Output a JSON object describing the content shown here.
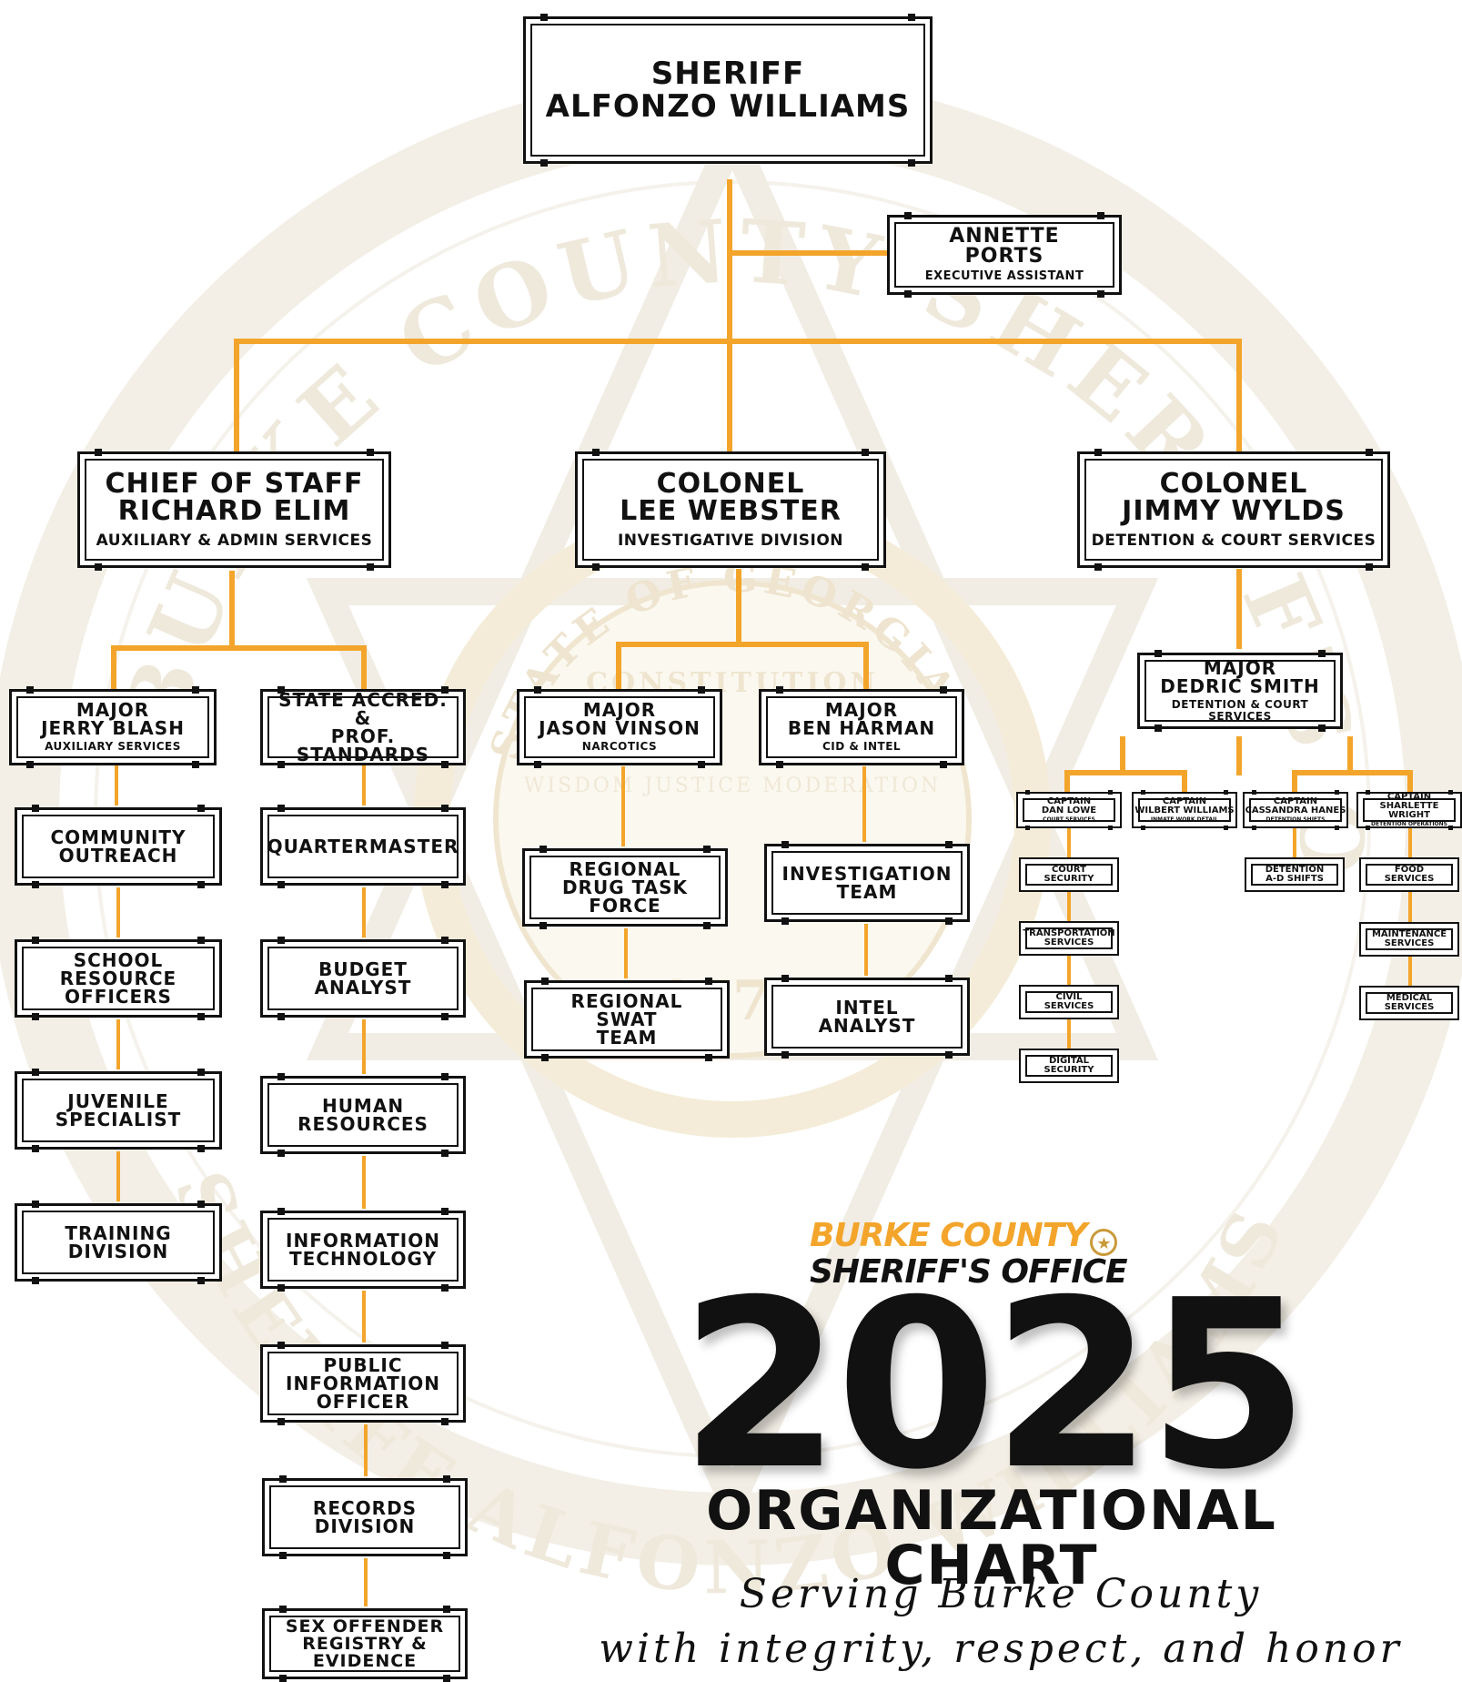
{
  "chart_title": {
    "brand_line1": "BURKE COUNTY",
    "brand_line2": "SHERIFF'S OFFICE",
    "year": "2025",
    "title": "ORGANIZATIONAL CHART",
    "tagline_line1": "Serving Burke County",
    "tagline_line2": "with integrity, respect, and honor"
  },
  "sheriff": {
    "title": "SHERIFF",
    "name": "ALFONZO WILLIAMS"
  },
  "assistant": {
    "name1": "ANNETTE",
    "name2": "PORTS",
    "role": "EXECUTIVE ASSISTANT"
  },
  "commanders": [
    {
      "title": "CHIEF OF STAFF",
      "name": "RICHARD ELIM",
      "unit": "AUXILIARY & ADMIN SERVICES"
    },
    {
      "title": "COLONEL",
      "name": "LEE WEBSTER",
      "unit": "INVESTIGATIVE DIVISION"
    },
    {
      "title": "COLONEL",
      "name": "JIMMY WYLDS",
      "unit": "DETENTION & COURT SERVICES"
    }
  ],
  "aux": {
    "major": {
      "title": "MAJOR",
      "name": "JERRY BLASH",
      "unit": "AUXILIARY SERVICES"
    },
    "major_units": [
      "COMMUNITY OUTREACH",
      "SCHOOL RESOURCE OFFICERS",
      "JUVENILE SPECIALIST",
      "TRAINING DIVISION"
    ],
    "accred": {
      "line1": "STATE ACCRED.",
      "line2": "&",
      "line3": "PROF. STANDARDS"
    },
    "accred_units": [
      "QUARTERMASTER",
      "BUDGET ANALYST",
      "HUMAN RESOURCES",
      "INFORMATION TECHNOLOGY",
      "PUBLIC INFORMATION OFFICER",
      "RECORDS DIVISION",
      "SEX OFFENDER REGISTRY & EVIDENCE"
    ]
  },
  "invest": {
    "major1": {
      "title": "MAJOR",
      "name": "JASON VINSON",
      "unit": "NARCOTICS"
    },
    "major1_units": [
      "REGIONAL DRUG TASK FORCE",
      "REGIONAL SWAT TEAM"
    ],
    "major2": {
      "title": "MAJOR",
      "name": "BEN HARMAN",
      "unit": "CID & INTEL"
    },
    "major2_units": [
      "INVESTIGATION TEAM",
      "INTEL ANALYST"
    ]
  },
  "detention": {
    "major": {
      "title": "MAJOR",
      "name": "DEDRIC SMITH",
      "unit": "DETENTION & COURT SERVICES"
    },
    "captains": [
      {
        "title": "CAPTAIN",
        "name": "DAN LOWE",
        "unit": "COURT SERVICES"
      },
      {
        "title": "CAPTAIN",
        "name": "WILBERT WILLIAMS",
        "unit": "INMATE WORK DETAIL"
      },
      {
        "title": "CAPTAIN",
        "name": "CASSANDRA HANES",
        "unit": "DETENTION SHIFTS"
      },
      {
        "title": "CAPTAIN",
        "name": "SHARLETTE WRIGHT",
        "unit": "DETENTION OPERATIONS"
      }
    ],
    "lowe_units": [
      "COURT SECURITY",
      "TRANSPORTATION SERVICES",
      "CIVIL SERVICES",
      "DIGITAL SECURITY"
    ],
    "hanes_units": [
      "DETENTION A-D SHIFTS"
    ],
    "wright_units": [
      "FOOD SERVICES",
      "MAINTENANCE SERVICES",
      "MEDICAL SERVICES"
    ]
  },
  "colors": {
    "line": "#f3a52b",
    "text": "#111111",
    "background": "#ffffff"
  },
  "background_seal": {
    "line1": "BURKE COUNTY SHERIFF'S OFFICE",
    "line2": "SHERIFF ALFONZO WILLIAMS",
    "line3": "STATE OF GEORGIA",
    "line4": "CONSTITUTION",
    "line5": "WISDOM JUSTICE MODERATION",
    "line6": "1776"
  }
}
